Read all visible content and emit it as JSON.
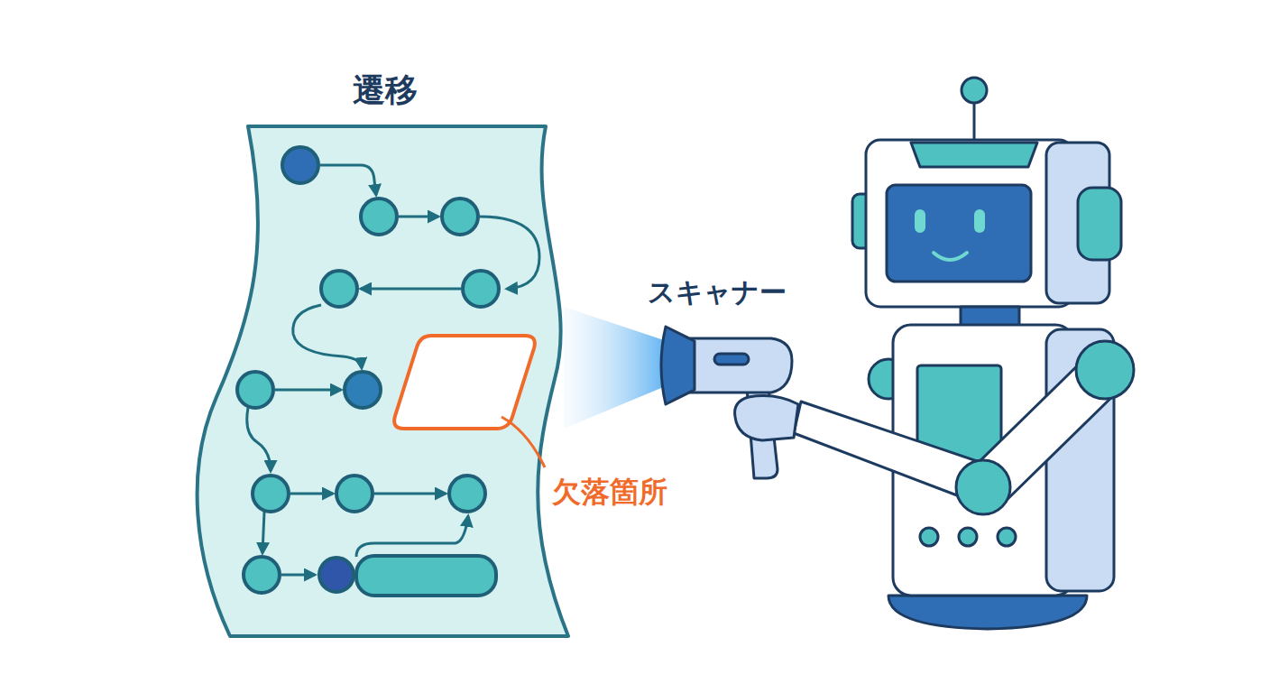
{
  "diagram": {
    "title": "遷移",
    "labels": [
      "スキャナー",
      "欠落箇所"
    ]
  }
}
